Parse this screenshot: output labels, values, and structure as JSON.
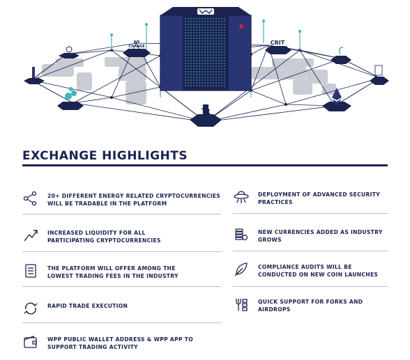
{
  "hero": {
    "chip_labels": [
      "WE\nCHANGE",
      "CRIT"
    ],
    "coins": {
      "left1": "bulb-icon",
      "left2": "worker-icon",
      "left3": "wind-turbine-icon",
      "top-left": "we-change-logo",
      "top-right": "crit-logo",
      "right1": "leaf-icon",
      "right2": "document-icon",
      "right3": "ethereum-icon",
      "bottom": "bitcoin-icon"
    },
    "server_logo": "wpp-logo"
  },
  "section": {
    "title": "EXCHANGE HIGHLIGHTS"
  },
  "highlights": {
    "left": [
      {
        "text": "20+ DIFFERENT ENERGY RELATED CRYPTOCURRENCIES\nWILL BE TRADABLE IN THE PLATFORM",
        "icon": "network-nodes-icon"
      },
      {
        "text": "INCREASED LIQUIDITY FOR ALL\nPARTICIPATING CRYPTOCURRENCIES",
        "icon": "trend-line-icon"
      },
      {
        "text": "THE PLATFORM WILL OFFER AMONG THE\nLOWEST TRADING FEES IN THE INDUSTRY",
        "icon": "ledger-icon"
      },
      {
        "text": "RAPID TRADE EXECUTION",
        "icon": "refresh-icon"
      },
      {
        "text": "WPP PUBLIC WALLET ADDRESS & WPP APP TO\nSUPPORT TRADING ACTIVITY",
        "icon": "wallet-icon"
      }
    ],
    "right": [
      {
        "text": "DEPLOYMENT OF ADVANCED SECURITY\nPRACTICES",
        "icon": "ufo-icon"
      },
      {
        "text": "NEW CURRENCIES ADDED AS INDUSTRY\nGROWS",
        "icon": "coin-stack-icon"
      },
      {
        "text": "COMPLIANCE AUDITS WILL BE\nCONDUCTED ON NEW COIN LAUNCHES",
        "icon": "feather-icon"
      },
      {
        "text": "QUICK SUPPORT FOR FORKS AND\nAIRDROPS",
        "icon": "fork-icon"
      }
    ]
  },
  "colors": {
    "navy": "#1b2350",
    "teal": "#42b4b8",
    "map_gray": "#c9ccd4",
    "accent_red": "#d0213c"
  }
}
